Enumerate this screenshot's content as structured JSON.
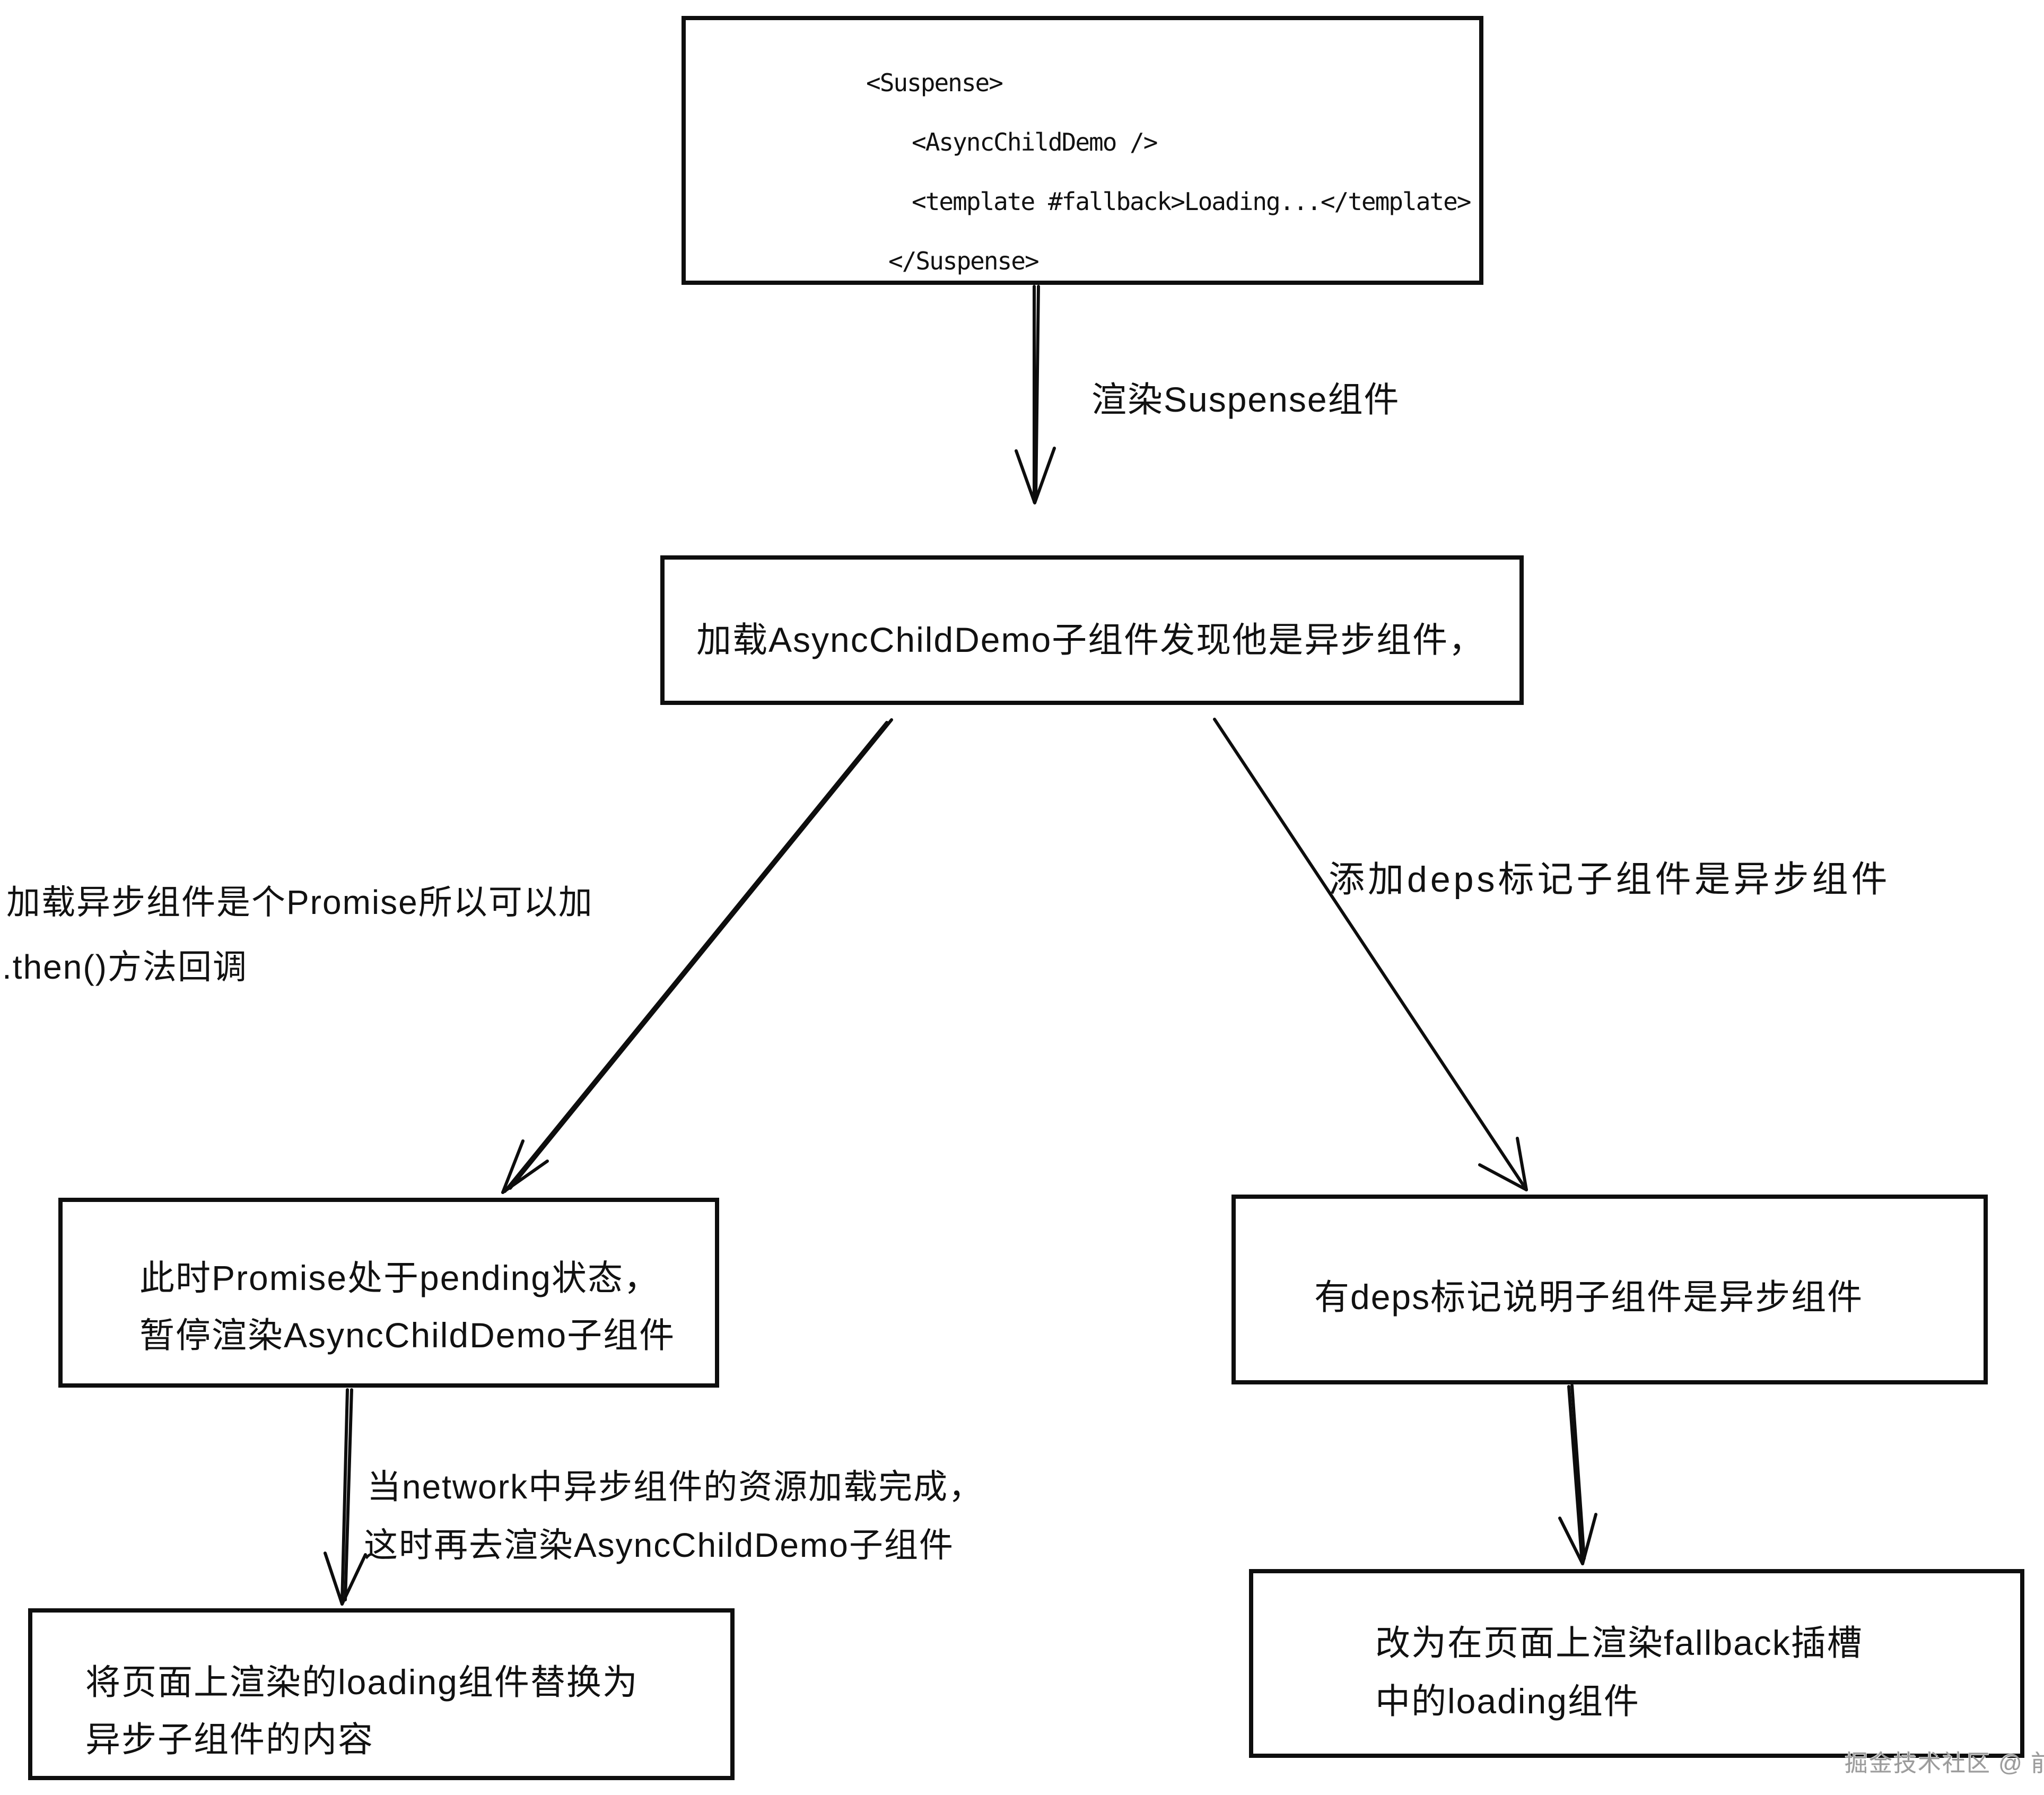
{
  "diagram": {
    "colors": {
      "ink": "#0d0d0d",
      "background": "#ffffff",
      "watermark": "#9b9b9b"
    },
    "code_box": {
      "lines": [
        "<Suspense>",
        "<AsyncChildDemo />",
        "<template #fallback>Loading...</template>",
        "</Suspense>"
      ]
    },
    "arrow_labels": {
      "render_suspense": "渲染Suspense组件",
      "left_branch_line1": "加载异步组件是个Promise所以可以加",
      "left_branch_line2": ".then()方法回调",
      "right_branch": "添加deps标记子组件是异步组件",
      "network_line1": "当network中异步组件的资源加载完成，",
      "network_line2": "这时再去渲染AsyncChildDemo子组件"
    },
    "load_box": {
      "text": "加载AsyncChildDemo子组件发现他是异步组件，"
    },
    "pending_box": {
      "line1": "此时Promise处于pending状态，",
      "line2": "暂停渲染AsyncChildDemo子组件"
    },
    "deps_box": {
      "text": "有deps标记说明子组件是异步组件"
    },
    "replace_box": {
      "line1": "将页面上渲染的loading组件替换为",
      "line2": "异步子组件的内容"
    },
    "fallback_box": {
      "line1": "改为在页面上渲染fallback插槽",
      "line2": "中的loading组件"
    },
    "watermark": "掘金技术社区 @ 前端欧阳"
  }
}
